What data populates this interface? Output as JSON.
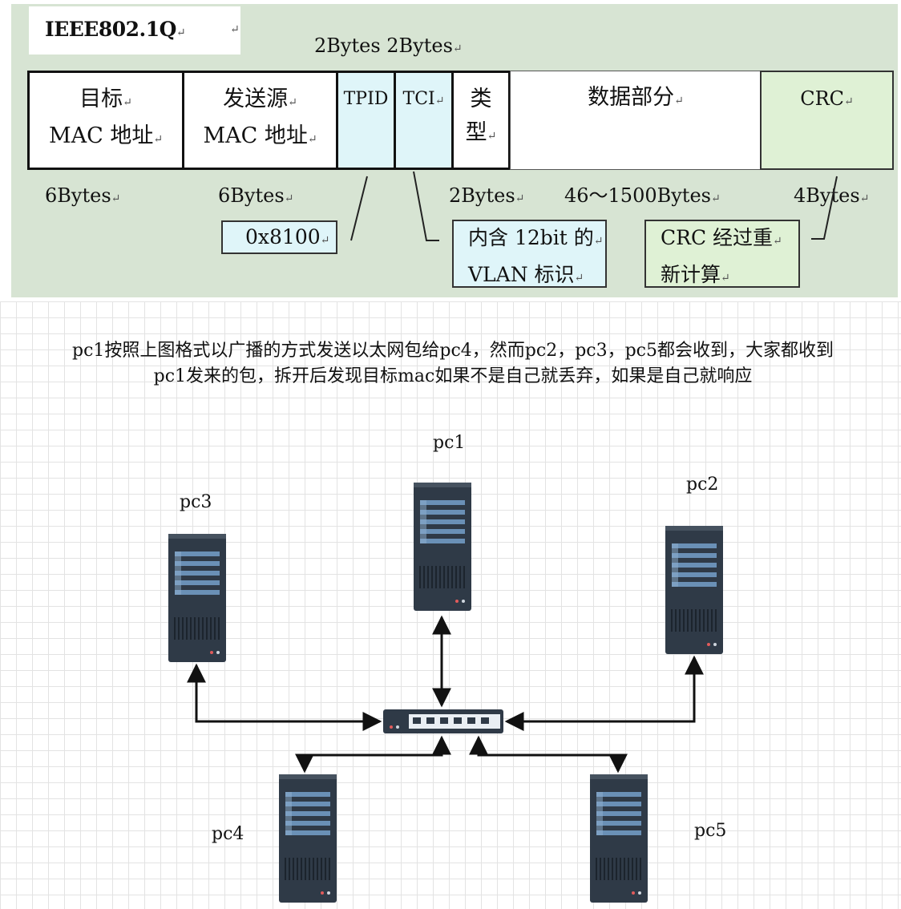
{
  "frame": {
    "title": "IEEE802.1Q",
    "top_bytes": "2Bytes 2Bytes",
    "cells": {
      "dst_line1": "目标",
      "dst_line2": "MAC 地址",
      "src_line1": "发送源",
      "src_line2": "MAC 地址",
      "tpid": "TPID",
      "tci": "TCI",
      "type_line1": "类",
      "type_line2": "型",
      "data": "数据部分",
      "crc": "CRC"
    },
    "sizes": {
      "dst": "6Bytes",
      "src": "6Bytes",
      "type": "2Bytes",
      "data": "46～1500Bytes",
      "crc": "4Bytes"
    },
    "notes": {
      "tpid_value": "0x8100",
      "tci_line1": "内含 12bit 的",
      "tci_line2": "VLAN 标识",
      "crc_line1": "CRC 经过重",
      "crc_line2": "新计算"
    },
    "colors": {
      "panel": "#d7e4d3",
      "tag_fill": "#dff5f9",
      "crc_fill": "#dff1d5"
    }
  },
  "caption": {
    "line1": "pc1按照上图格式以广播的方式发送以太网包给pc4，然而pc2，pc3，pc5都会收到，大家都收到",
    "line2": "pc1发来的包，拆开后发现目标mac如果不是自己就丢弃，如果是自己就响应"
  },
  "network": {
    "nodes": [
      {
        "id": "pc1",
        "label": "pc1",
        "icon": "server-icon"
      },
      {
        "id": "pc2",
        "label": "pc2",
        "icon": "server-icon"
      },
      {
        "id": "pc3",
        "label": "pc3",
        "icon": "server-icon"
      },
      {
        "id": "pc4",
        "label": "pc4",
        "icon": "server-icon"
      },
      {
        "id": "pc5",
        "label": "pc5",
        "icon": "server-icon"
      }
    ],
    "hub_icon": "switch-icon",
    "colors": {
      "server": "#2f3a47",
      "server_bar": "#6a90b6",
      "line": "#111111"
    }
  }
}
